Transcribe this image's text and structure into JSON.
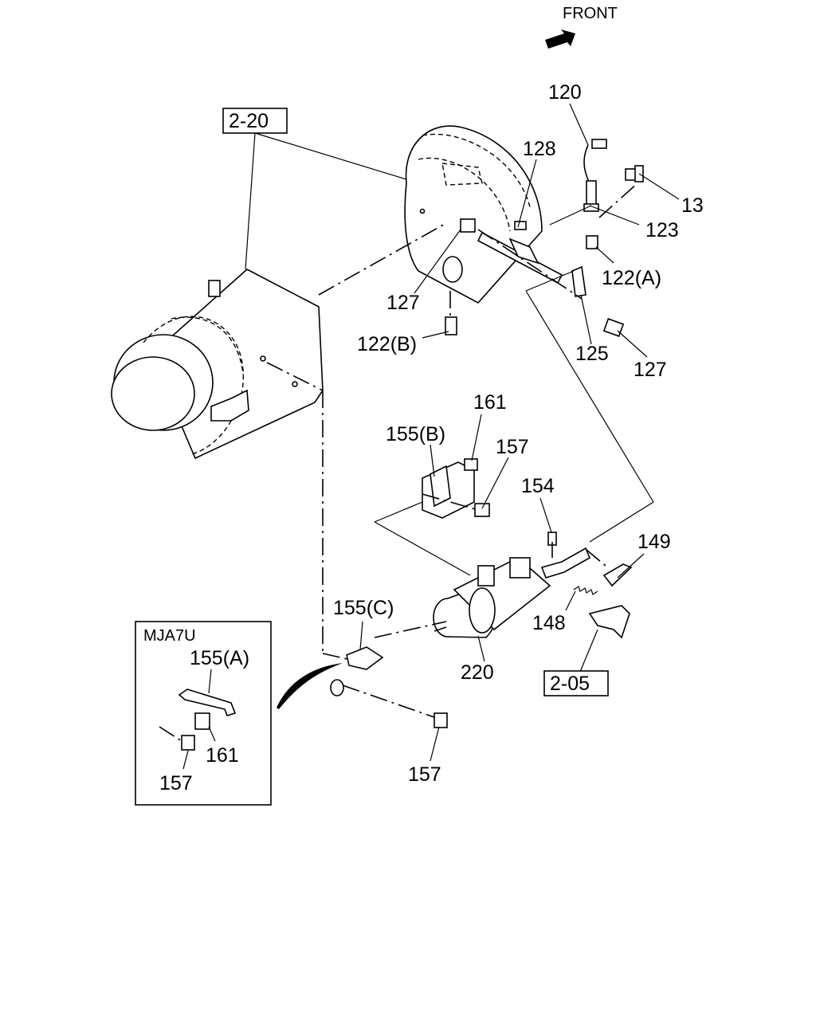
{
  "front_label": "FRONT",
  "refs": {
    "ref_2_20": "2-20",
    "ref_2_05": "2-05"
  },
  "inset_title": "MJA7U",
  "parts": {
    "p120": "120",
    "p128": "128",
    "p13": "13",
    "p123": "123",
    "p122a": "122(A)",
    "p127_top": "127",
    "p122b": "122(B)",
    "p125": "125",
    "p127_right": "127",
    "p161": "161",
    "p155b": "155(B)",
    "p157_mid": "157",
    "p154": "154",
    "p149": "149",
    "p148": "148",
    "p155c": "155(C)",
    "p220": "220",
    "p157_bottom": "157",
    "p155a_inset": "155(A)",
    "p161_inset": "161",
    "p157_inset": "157"
  }
}
